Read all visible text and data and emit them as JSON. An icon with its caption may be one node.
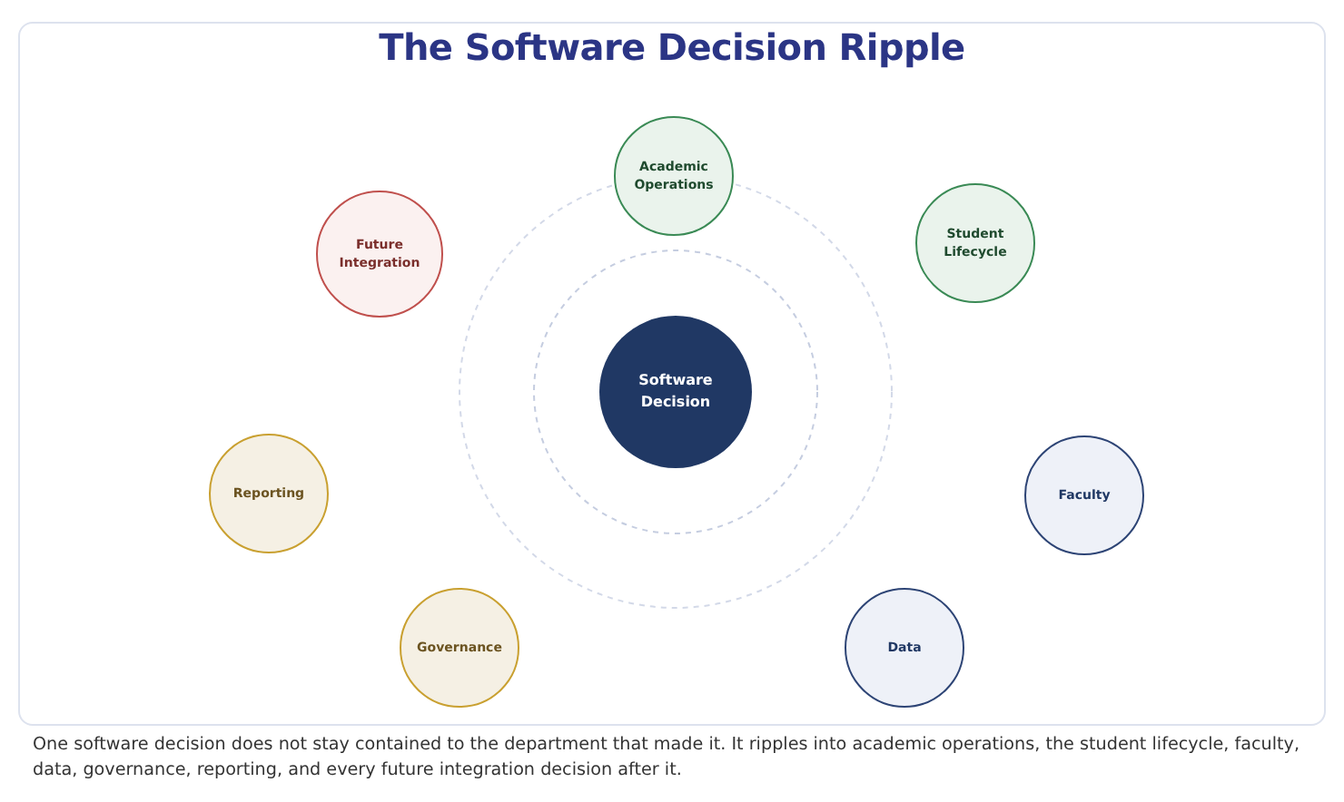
{
  "diagram": {
    "title": "The Software Decision Ripple",
    "nodes": [
      {
        "text": [
          "Academic Operations"
        ]
      },
      {
        "text": [
          "Future Integration"
        ]
      },
      {
        "text": [
          "Student Lifecycle"
        ]
      },
      {
        "text": [
          "Software Decision"
        ]
      },
      {
        "text": [
          "Reporting"
        ]
      },
      {
        "text": [
          "Faculty"
        ]
      },
      {
        "text": [
          "Governance"
        ]
      },
      {
        "text": [
          "Data"
        ]
      }
    ],
    "caption": "One software decision does not stay contained to the department that made it. It ripples into academic operations, the student lifecycle, faculty, data, governance, reporting, and every future integration decision after it."
  }
}
